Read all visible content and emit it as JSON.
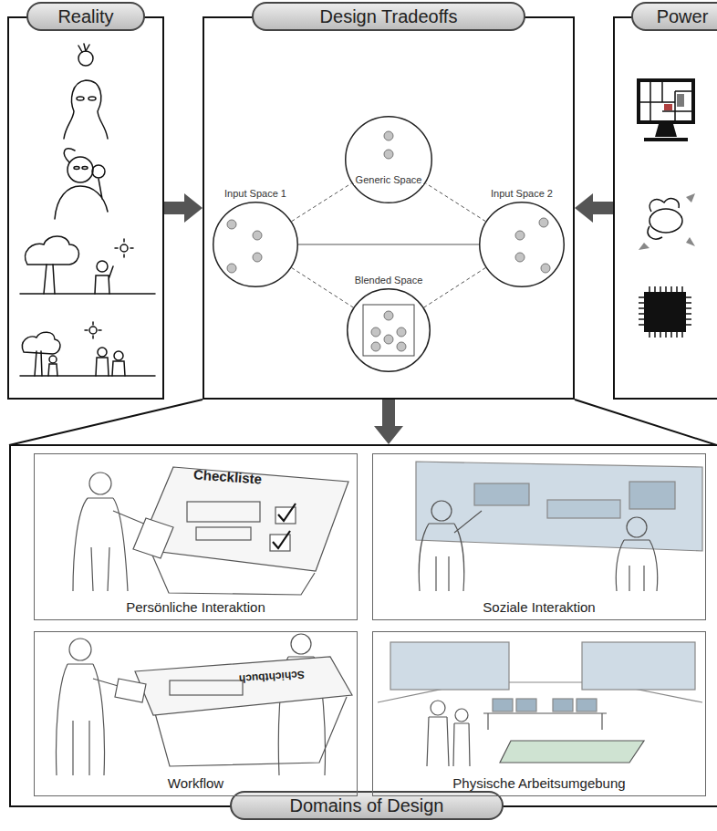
{
  "diagram": {
    "nodes": [
      {
        "text": [
          "Reality"
        ]
      },
      {
        "text": [
          "Design Tradeoffs"
        ]
      },
      {
        "text": [
          "Input Space 1"
        ],
        "in": 1
      },
      {
        "text": [
          "Generic Space"
        ],
        "in": 1
      },
      {
        "text": [
          "Input Space 2"
        ],
        "in": 1
      },
      {
        "text": [
          "Blended Space"
        ],
        "in": 1
      },
      {
        "text": [
          "Power"
        ]
      },
      {
        "text": [
          "Domains of Design"
        ]
      },
      {
        "text": [
          "Persönliche Interaktion"
        ],
        "in": 7
      },
      {
        "text": [
          "Soziale Interaktion"
        ],
        "in": 7
      },
      {
        "text": [
          "Workflow"
        ],
        "in": 7
      },
      {
        "text": [
          "Physische Arbeitsumgebung"
        ],
        "in": 7
      }
    ],
    "edges": [
      {
        "from": 0,
        "to": 1,
        "arrow": "to"
      },
      {
        "from": 6,
        "to": 1,
        "arrow": "to"
      },
      {
        "from": 1,
        "to": 7,
        "arrow": "to"
      },
      {
        "from": 2,
        "to": 4,
        "arrow": "none"
      },
      {
        "from": 2,
        "to": 3,
        "arrow": "none"
      },
      {
        "from": 4,
        "to": 3,
        "arrow": "none"
      },
      {
        "from": 2,
        "to": 5,
        "arrow": "none"
      },
      {
        "from": 4,
        "to": 5,
        "arrow": "none"
      }
    ],
    "labels": [
      "Checkliste",
      "Schichtbuch"
    ]
  }
}
